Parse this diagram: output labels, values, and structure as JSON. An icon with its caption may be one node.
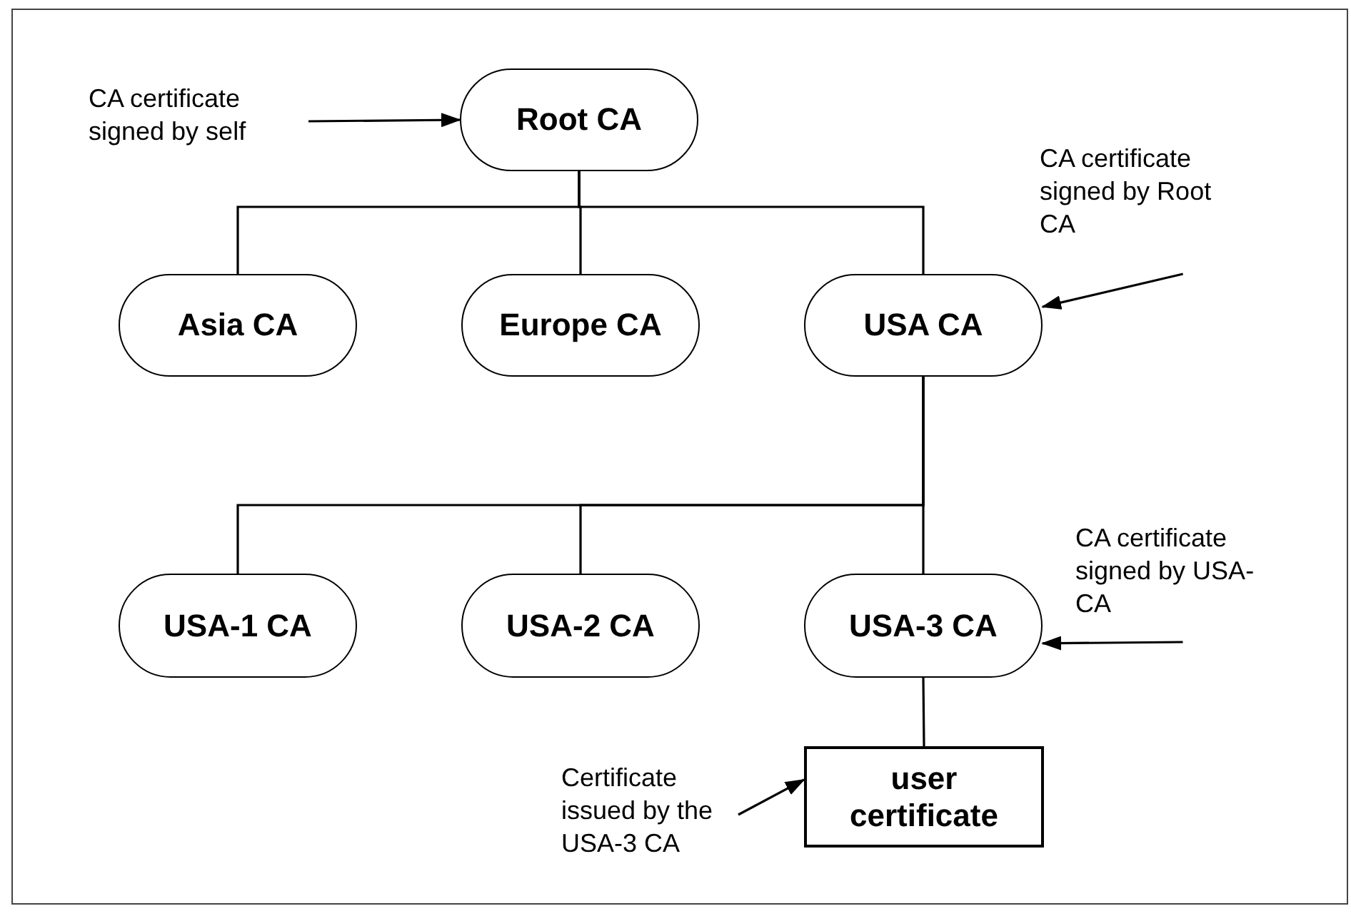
{
  "diagram": {
    "nodes": [
      {
        "text": [
          "Root CA"
        ]
      },
      {
        "text": [
          "Asia CA"
        ]
      },
      {
        "text": [
          "Europe CA"
        ]
      },
      {
        "text": [
          "USA CA"
        ]
      },
      {
        "text": [
          "USA-1 CA"
        ]
      },
      {
        "text": [
          "USA-2 CA"
        ]
      },
      {
        "text": [
          "USA-3 CA"
        ]
      },
      {
        "text": [
          "user certificate"
        ]
      },
      {
        "text": [
          "CA certificate signed by self"
        ]
      },
      {
        "text": [
          "CA certificate signed by Root CA"
        ]
      },
      {
        "text": [
          "CA certificate signed by USA-CA"
        ]
      },
      {
        "text": [
          "Certificate issued by the USA-3 CA"
        ]
      }
    ],
    "edges": [
      {
        "from": 0,
        "to": 1,
        "arrow": "none"
      },
      {
        "from": 0,
        "to": 2,
        "arrow": "none"
      },
      {
        "from": 0,
        "to": 3,
        "arrow": "none"
      },
      {
        "from": 3,
        "to": 4,
        "arrow": "none"
      },
      {
        "from": 3,
        "to": 5,
        "arrow": "none"
      },
      {
        "from": 3,
        "to": 6,
        "arrow": "none"
      },
      {
        "from": 6,
        "to": 7,
        "arrow": "none"
      },
      {
        "from": 8,
        "to": 0,
        "arrow": "to"
      },
      {
        "from": 9,
        "to": 3,
        "arrow": "to"
      },
      {
        "from": 10,
        "to": 6,
        "arrow": "to"
      },
      {
        "from": 11,
        "to": 7,
        "arrow": "to"
      }
    ]
  }
}
